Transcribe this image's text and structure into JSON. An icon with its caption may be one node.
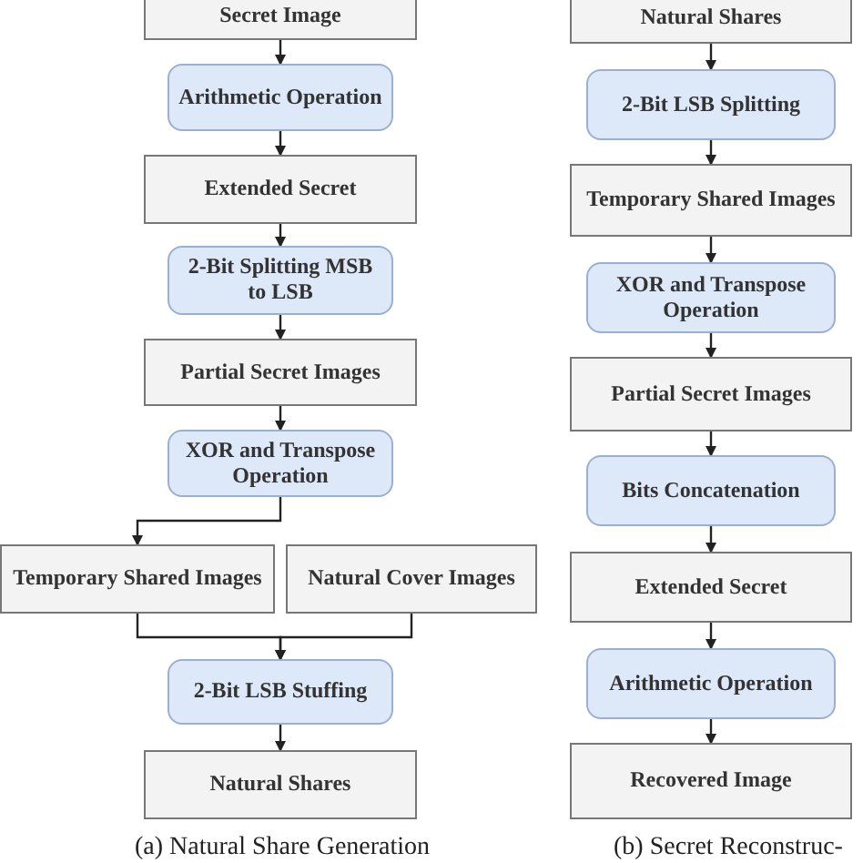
{
  "diagram": {
    "nodes": [
      {
        "text": [
          "Secret Image"
        ]
      },
      {
        "text": [
          "Arithmetic Operation"
        ]
      },
      {
        "text": [
          "Extended Secret"
        ]
      },
      {
        "text": [
          "2-Bit Splitting MSB to LSB"
        ]
      },
      {
        "text": [
          "Partial Secret Images"
        ]
      },
      {
        "text": [
          "XOR and Transpose Operation"
        ]
      },
      {
        "text": [
          "Temporary Shared Images"
        ]
      },
      {
        "text": [
          "Natural Cover Images"
        ]
      },
      {
        "text": [
          "2-Bit LSB Stuffing"
        ]
      },
      {
        "text": [
          "Natural Shares"
        ]
      },
      {
        "text": [
          "Natural Shares"
        ]
      },
      {
        "text": [
          "2-Bit LSB Splitting"
        ]
      },
      {
        "text": [
          "Temporary Shared Images"
        ]
      },
      {
        "text": [
          "XOR and Transpose Operation"
        ]
      },
      {
        "text": [
          "Partial Secret Images"
        ]
      },
      {
        "text": [
          "Bits Concatenation"
        ]
      },
      {
        "text": [
          "Extended Secret"
        ]
      },
      {
        "text": [
          "Arithmetic Operation"
        ]
      },
      {
        "text": [
          "Recovered Image"
        ]
      }
    ],
    "edges": [
      {
        "from": 0,
        "to": 1,
        "arrow": "to"
      },
      {
        "from": 1,
        "to": 2,
        "arrow": "to"
      },
      {
        "from": 2,
        "to": 3,
        "arrow": "to"
      },
      {
        "from": 3,
        "to": 4,
        "arrow": "to"
      },
      {
        "from": 4,
        "to": 5,
        "arrow": "to"
      },
      {
        "from": 5,
        "to": 6,
        "arrow": "to"
      },
      {
        "from": 6,
        "to": 8,
        "arrow": "to"
      },
      {
        "from": 7,
        "to": 8,
        "arrow": "to"
      },
      {
        "from": 8,
        "to": 9,
        "arrow": "to"
      },
      {
        "from": 10,
        "to": 11,
        "arrow": "to"
      },
      {
        "from": 11,
        "to": 12,
        "arrow": "to"
      },
      {
        "from": 12,
        "to": 13,
        "arrow": "to"
      },
      {
        "from": 13,
        "to": 14,
        "arrow": "to"
      },
      {
        "from": 14,
        "to": 15,
        "arrow": "to"
      },
      {
        "from": 15,
        "to": 16,
        "arrow": "to"
      },
      {
        "from": 16,
        "to": 17,
        "arrow": "to"
      },
      {
        "from": 17,
        "to": 18,
        "arrow": "to"
      }
    ],
    "labels": [
      "(a) Natural Share Generation",
      "(b) Secret Reconstruc-"
    ]
  }
}
